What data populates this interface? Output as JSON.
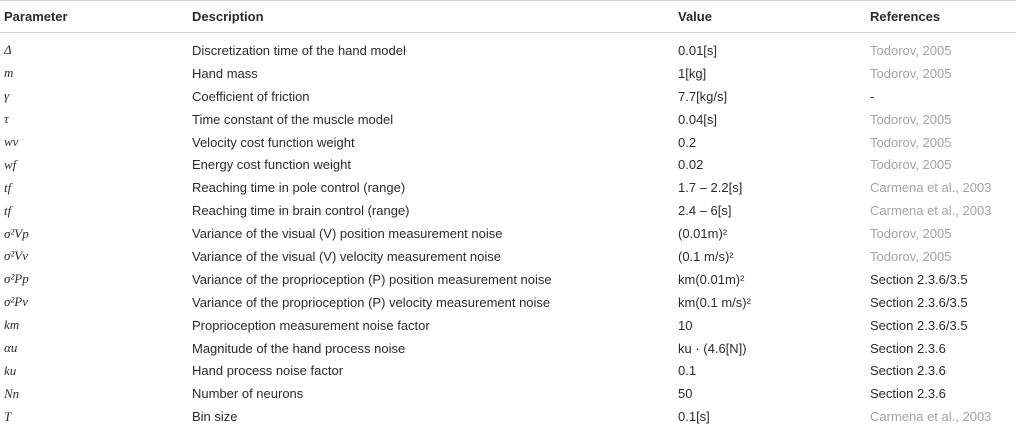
{
  "table": {
    "headers": [
      "Parameter",
      "Description",
      "Value",
      "References"
    ],
    "rows": [
      {
        "parameter": "Δ",
        "description": "Discretization time of the hand model",
        "value": "0.01[s]",
        "reference": "Todorov, 2005",
        "ref_style": "grey"
      },
      {
        "parameter": "m",
        "description": "Hand mass",
        "value": "1[kg]",
        "reference": "Todorov, 2005",
        "ref_style": "grey"
      },
      {
        "parameter": "γ",
        "description": "Coefficient of friction",
        "value": "7.7[kg/s]",
        "reference": "-",
        "ref_style": "dark"
      },
      {
        "parameter": "τ",
        "description": "Time constant of the muscle model",
        "value": "0.04[s]",
        "reference": "Todorov, 2005",
        "ref_style": "grey"
      },
      {
        "parameter": "wv",
        "description": "Velocity cost function weight",
        "value": "0.2",
        "reference": "Todorov, 2005",
        "ref_style": "grey"
      },
      {
        "parameter": "wf",
        "description": "Energy cost function weight",
        "value": "0.02",
        "reference": "Todorov, 2005",
        "ref_style": "grey"
      },
      {
        "parameter": "tf",
        "description": "Reaching time in pole control (range)",
        "value": "1.7 – 2.2[s]",
        "reference": "Carmena et al., 2003",
        "ref_style": "grey"
      },
      {
        "parameter": "tf",
        "description": "Reaching time in brain control (range)",
        "value": "2.4 – 6[s]",
        "reference": "Carmena et al., 2003",
        "ref_style": "grey"
      },
      {
        "parameter": "σ²Vp",
        "description": "Variance of the visual (V) position measurement noise",
        "value": "(0.01m)²",
        "reference": "Todorov, 2005",
        "ref_style": "grey"
      },
      {
        "parameter": "σ²Vv",
        "description": "Variance of the visual (V) velocity measurement noise",
        "value": "(0.1 m/s)²",
        "reference": "Todorov, 2005",
        "ref_style": "grey"
      },
      {
        "parameter": "σ²Pp",
        "description": "Variance of the proprioception (P) position measurement noise",
        "value": "km(0.01m)²",
        "reference": "Section 2.3.6/3.5",
        "ref_style": "dark"
      },
      {
        "parameter": "σ²Pv",
        "description": "Variance of the proprioception (P) velocity measurement noise",
        "value": "km(0.1 m/s)²",
        "reference": "Section 2.3.6/3.5",
        "ref_style": "dark"
      },
      {
        "parameter": "km",
        "description": "Proprioception measurement noise factor",
        "value": "10",
        "reference": "Section 2.3.6/3.5",
        "ref_style": "dark"
      },
      {
        "parameter": "αu",
        "description": "Magnitude of the hand process noise",
        "value": "ku · (4.6[N])",
        "reference": "Section 2.3.6",
        "ref_style": "dark"
      },
      {
        "parameter": "ku",
        "description": "Hand process noise factor",
        "value": "0.1",
        "reference": "Section 2.3.6",
        "ref_style": "dark"
      },
      {
        "parameter": "Nn",
        "description": "Number of neurons",
        "value": "50",
        "reference": "Section 2.3.6",
        "ref_style": "dark"
      },
      {
        "parameter": "T",
        "description": "Bin size",
        "value": "0.1[s]",
        "reference": "Carmena et al., 2003",
        "ref_style": "grey"
      }
    ]
  }
}
